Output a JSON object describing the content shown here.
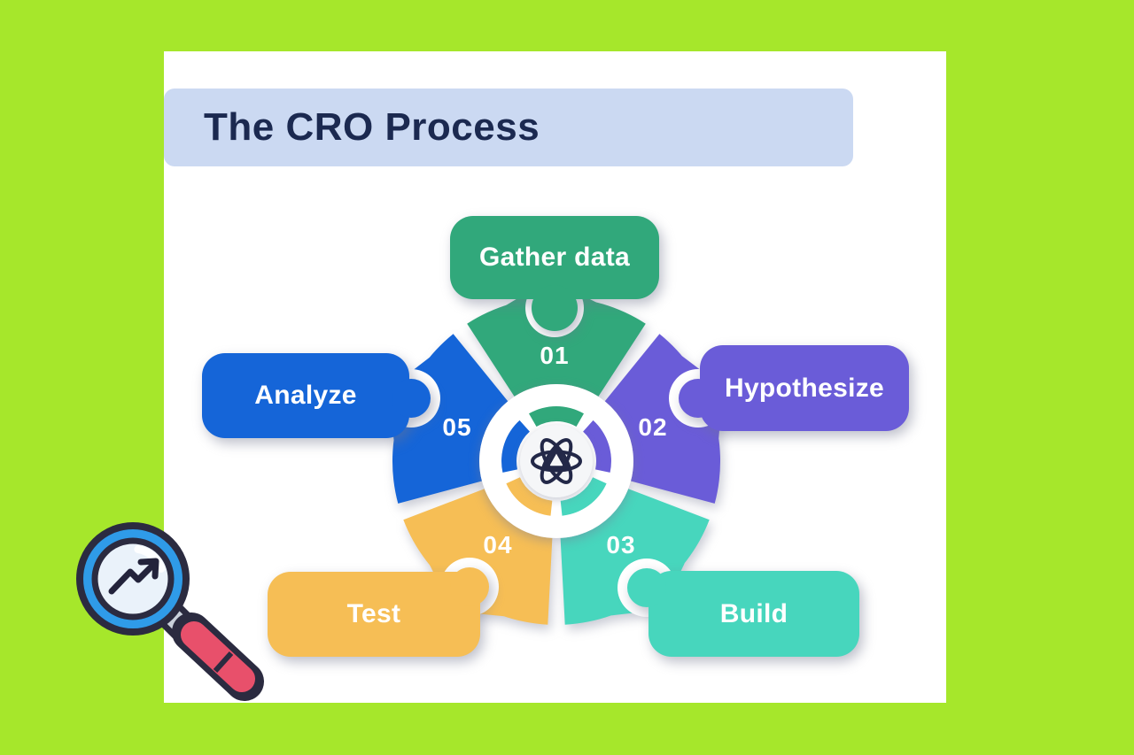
{
  "title": {
    "text": "The CRO Process"
  },
  "steps": [
    {
      "number": "01",
      "label": "Gather data",
      "color": "#31A87B"
    },
    {
      "number": "02",
      "label": "Hypothesize",
      "color": "#6A5CD8"
    },
    {
      "number": "03",
      "label": "Build",
      "color": "#47D6BD"
    },
    {
      "number": "04",
      "label": "Test",
      "color": "#F6BE55"
    },
    {
      "number": "05",
      "label": "Analyze",
      "color": "#1565D8"
    }
  ],
  "theme": {
    "background": "#A6E72B",
    "card": "#FFFFFF",
    "title_bar": "#CBD9F2",
    "title_text": "#1B2950",
    "label_text": "#FFFFFF",
    "center_icon_ink": "#232848",
    "magnifier_rim": "#2F9BE8",
    "magnifier_lens": "#EAF2FA",
    "magnifier_handle": "#E8506B",
    "magnifier_outline": "#2B2B40"
  },
  "icons": {
    "center": "atom-icon",
    "bottom_left": "magnifier-trend-icon"
  }
}
